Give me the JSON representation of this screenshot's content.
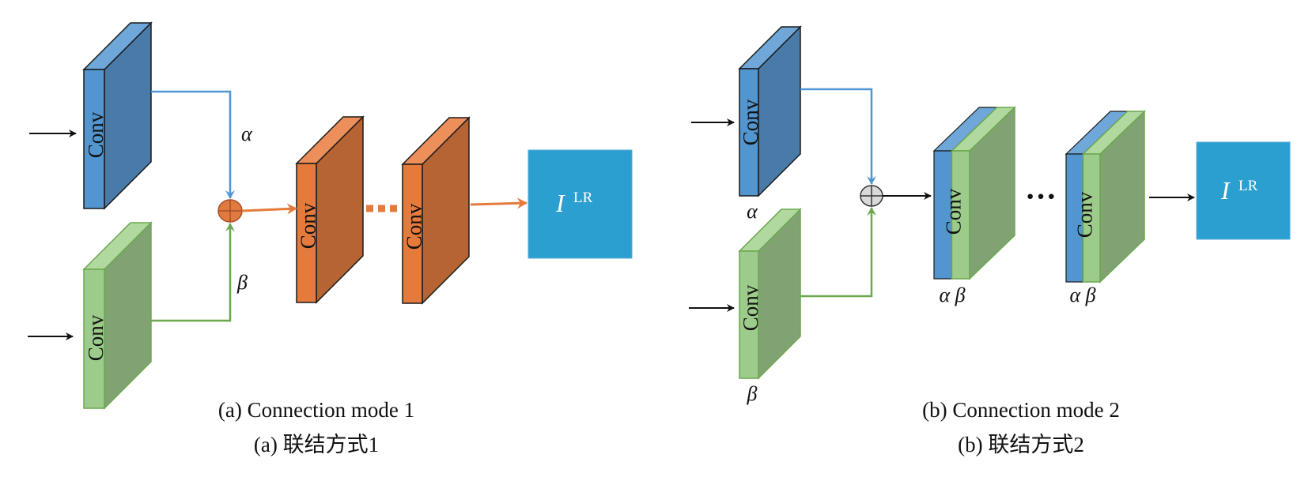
{
  "colors": {
    "blue_front": "#5295cf",
    "blue_side": "#4a7aa8",
    "blue_top": "#6ea7d8",
    "blue_line": "#4f96d4",
    "green_front": "#9dcb8b",
    "green_side": "#81a374",
    "green_top": "#b0d89f",
    "green_line": "#6aa84f",
    "orange_front": "#e47b3c",
    "orange_side": "#b76434",
    "orange_top": "#ec8f5a",
    "output_box": "#2a9fd0",
    "edge": "#1a1a1a"
  },
  "panel_a": {
    "conv_top": "Conv",
    "conv_bottom": "Conv",
    "conv_mid1": "Conv",
    "conv_mid2": "Conv",
    "alpha": "α",
    "beta": "β",
    "output_symbol": "I",
    "output_superscript": "LR",
    "caption_en": "(a) Connection mode 1",
    "caption_zh": "(a) 联结方式1"
  },
  "panel_b": {
    "conv_top": "Conv",
    "conv_bottom": "Conv",
    "conv_mid1": "Conv",
    "conv_mid2": "Conv",
    "alpha": "α",
    "beta": "β",
    "mid1_label": "α β",
    "mid2_label": "α β",
    "ellipsis": "···",
    "output_symbol": "I",
    "output_superscript": "LR",
    "caption_en": "(b) Connection mode 2",
    "caption_zh": "(b) 联结方式2"
  }
}
